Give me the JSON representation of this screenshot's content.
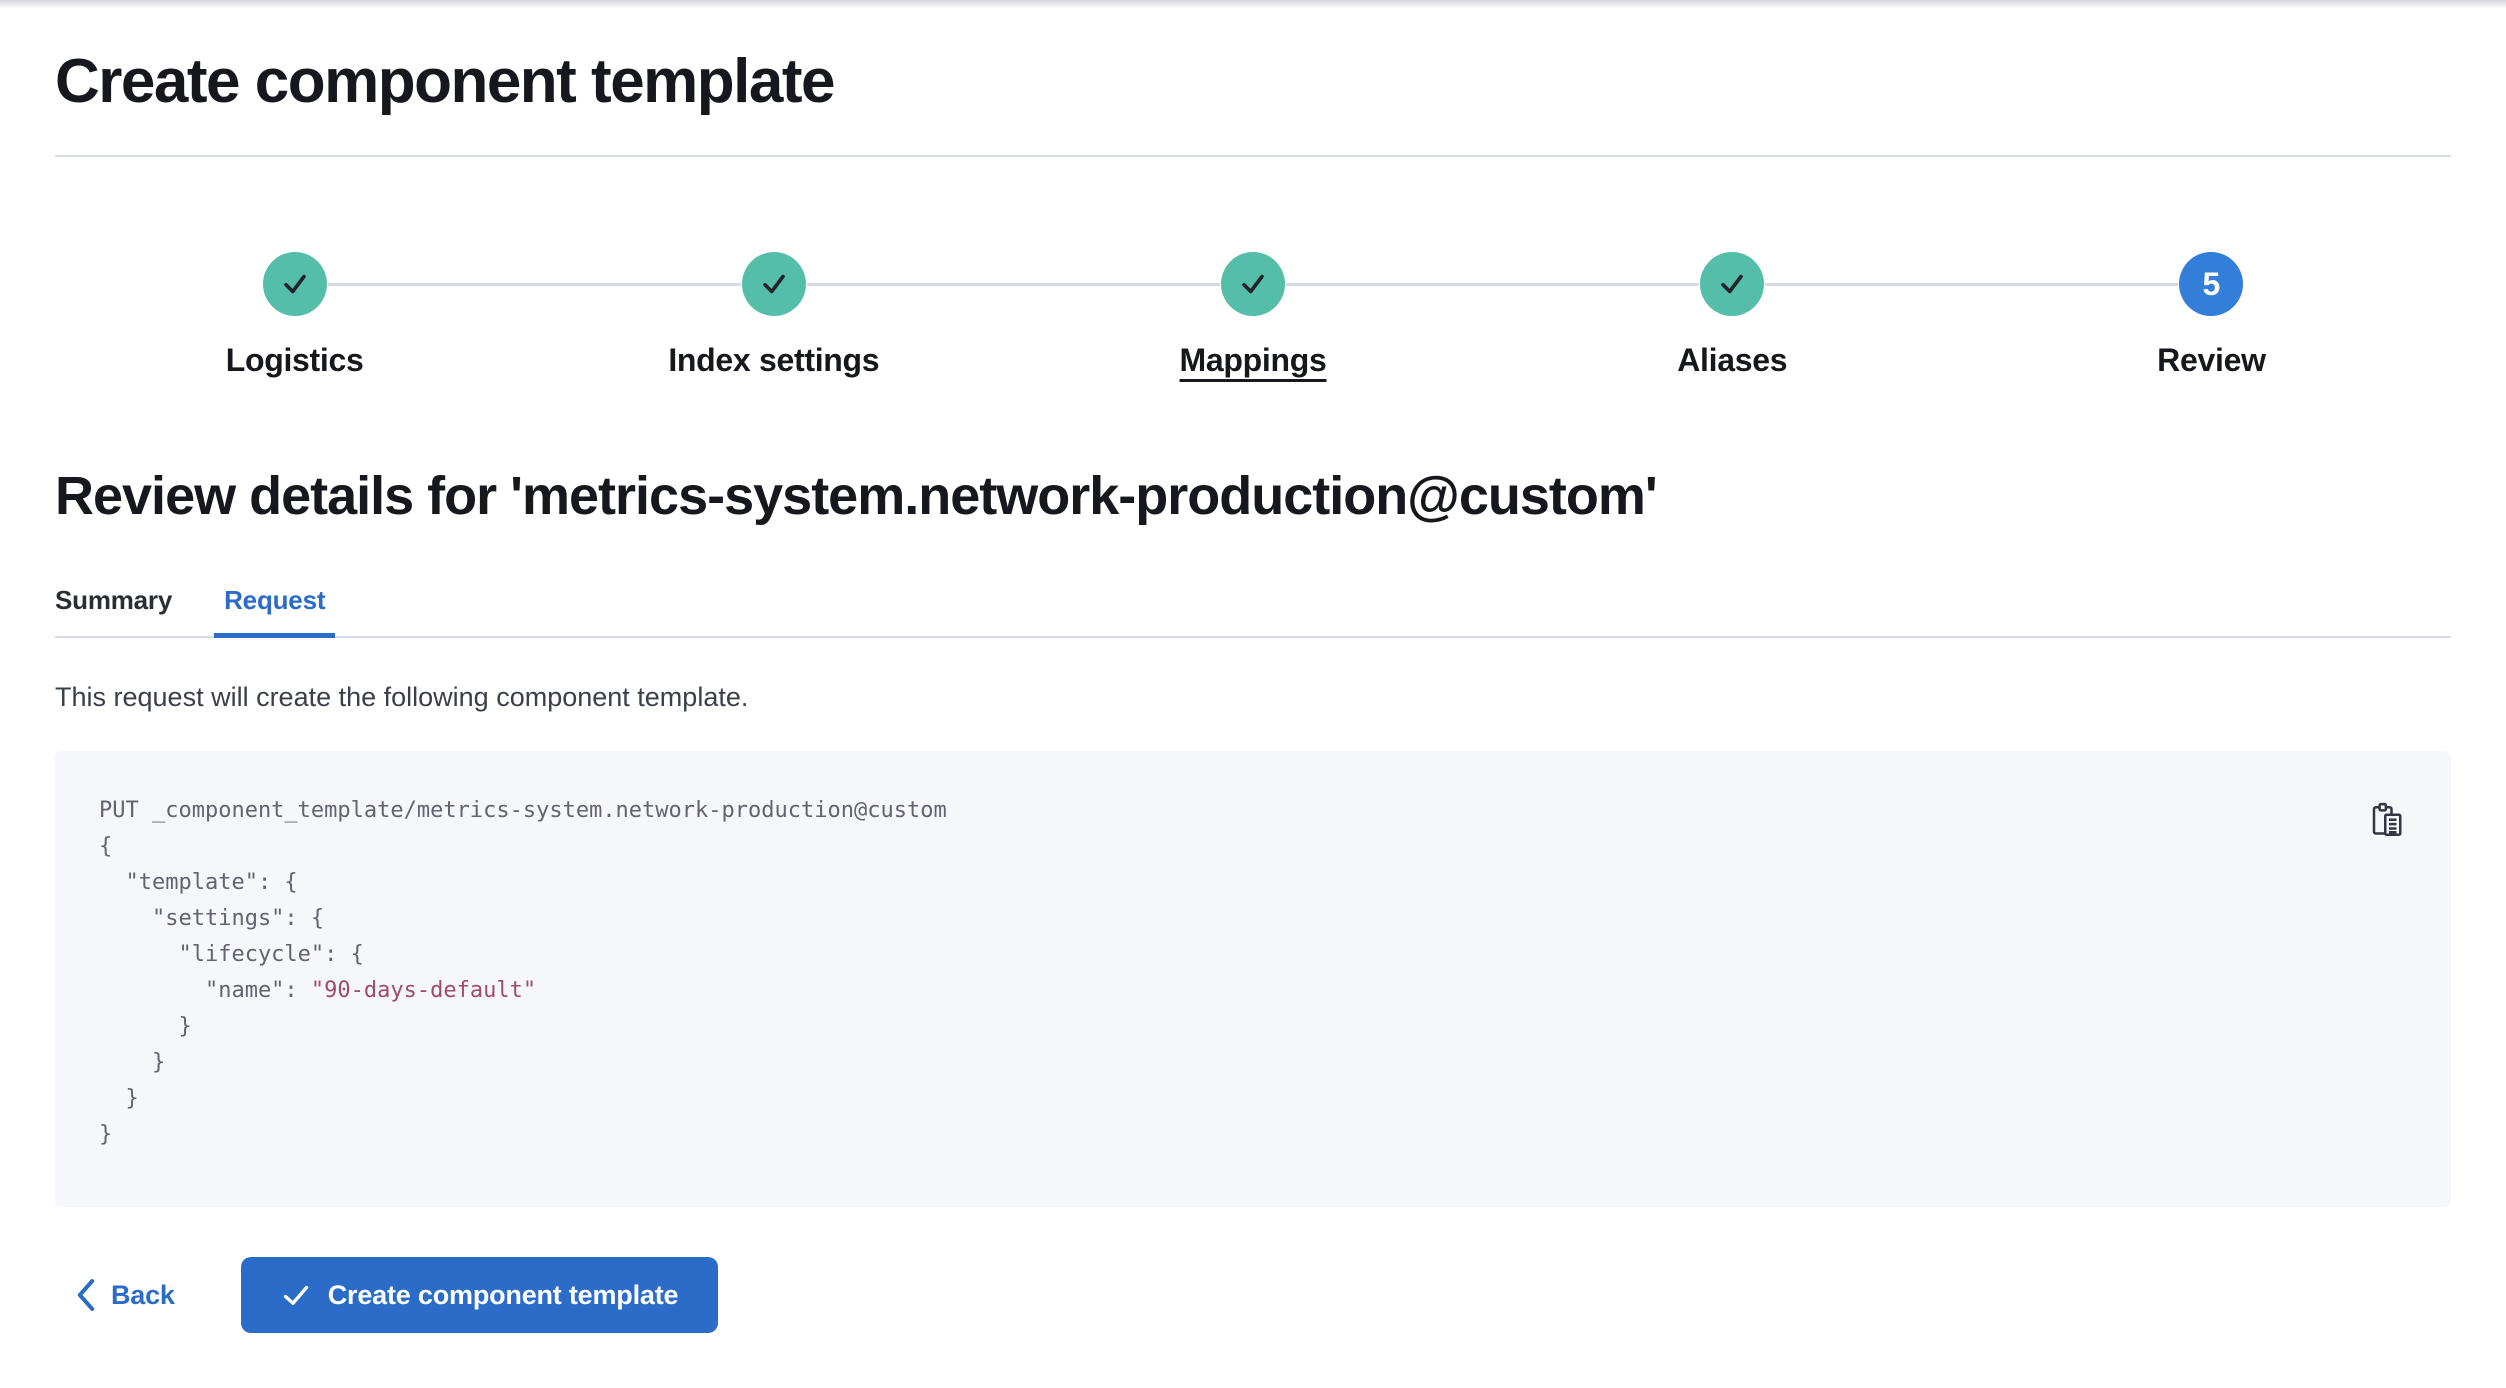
{
  "page": {
    "title": "Create component template"
  },
  "stepper": {
    "steps": [
      {
        "label": "Logistics",
        "status": "complete",
        "icon": "check-icon"
      },
      {
        "label": "Index settings",
        "status": "complete",
        "icon": "check-icon"
      },
      {
        "label": "Mappings",
        "status": "complete",
        "icon": "check-icon",
        "underlined": true
      },
      {
        "label": "Aliases",
        "status": "complete",
        "icon": "check-icon"
      },
      {
        "label": "Review",
        "status": "current",
        "number": "5"
      }
    ]
  },
  "review": {
    "heading": "Review details for 'metrics-system.network-production@custom'",
    "tabs": [
      {
        "label": "Summary",
        "active": false
      },
      {
        "label": "Request",
        "active": true
      }
    ],
    "description": "This request will create the following component template."
  },
  "code_block": {
    "copy_icon": "copy-clipboard-icon",
    "lines": [
      {
        "parts": [
          {
            "text": "PUT _component_template/metrics-system.network-production@custom"
          }
        ]
      },
      {
        "parts": [
          {
            "text": "{"
          }
        ]
      },
      {
        "parts": [
          {
            "text": "  \"template\": {"
          }
        ]
      },
      {
        "parts": [
          {
            "text": "    \"settings\": {"
          }
        ]
      },
      {
        "parts": [
          {
            "text": "      \"lifecycle\": {"
          }
        ]
      },
      {
        "parts": [
          {
            "text": "        \"name\": "
          },
          {
            "text": "\"90-days-default\"",
            "type": "string"
          }
        ]
      },
      {
        "parts": [
          {
            "text": "      }"
          }
        ]
      },
      {
        "parts": [
          {
            "text": "    }"
          }
        ]
      },
      {
        "parts": [
          {
            "text": "  }"
          }
        ]
      },
      {
        "parts": [
          {
            "text": "}"
          }
        ]
      }
    ]
  },
  "footer": {
    "back_label": "Back",
    "submit_label": "Create component template"
  },
  "colors": {
    "primary": "#2B6CC8",
    "current_step": "#337ED8",
    "complete_step": "#55BEA9",
    "divider": "#D5DAE4",
    "code_bg": "#F5F7FA",
    "code_text": "#60656F",
    "code_string": "#A04A6E",
    "text_dark": "#1B1E24",
    "text_body": "#3A3F4A"
  }
}
